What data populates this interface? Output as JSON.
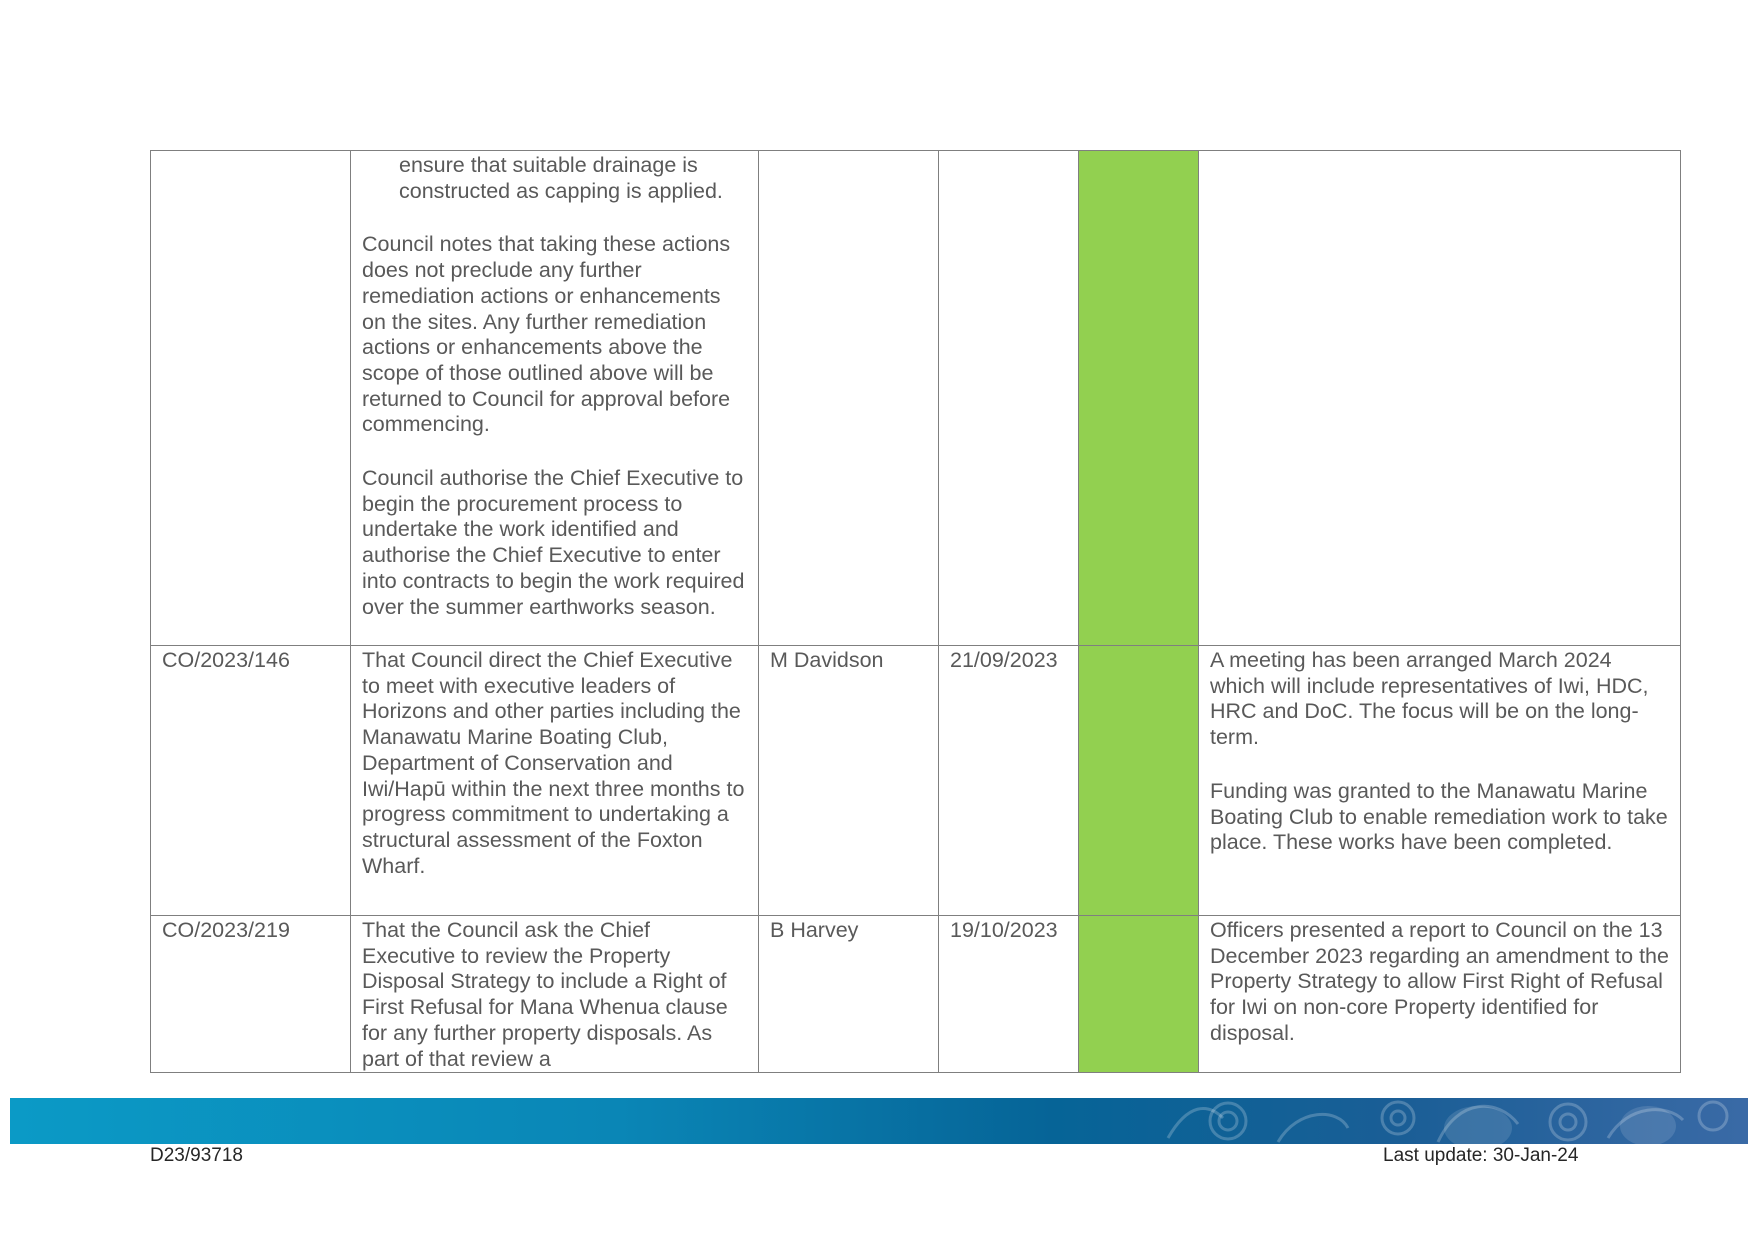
{
  "rows": [
    {
      "ref": "",
      "resolution": {
        "indented": "ensure that suitable drainage is constructed as capping is applied.",
        "paragraphs": [
          "Council notes that taking these actions does not preclude any further remediation actions or enhancements on the sites. Any further remediation actions or enhancements above the scope of those outlined above will be returned to Council for approval before commencing.",
          "Council authorise the Chief Executive to begin the procurement process to undertake the work identified and authorise the Chief Executive to enter into contracts to begin the work required over the summer earthworks season."
        ]
      },
      "officer": "",
      "date": "",
      "status_color": "#92d050",
      "comment": [
        "",
        ""
      ]
    },
    {
      "ref": "CO/2023/146",
      "resolution": "That Council direct the Chief Executive to meet with executive leaders of Horizons and other parties including the Manawatu Marine Boating Club, Department of Conservation and Iwi/Hapū within the next three months to progress commitment to undertaking a structural assessment of the Foxton Wharf.",
      "officer": "M Davidson",
      "date": "21/09/2023",
      "status_color": "#92d050",
      "comment": [
        "A meeting has been arranged March 2024 which will include representatives of Iwi, HDC, HRC and DoC. The focus will be on the long-term.",
        "Funding was granted to the Manawatu Marine Boating Club to enable remediation work to take place. These works have been completed."
      ]
    },
    {
      "ref": "CO/2023/219",
      "resolution": "That the Council ask the Chief Executive to review the Property Disposal Strategy to include a Right of First Refusal for Mana Whenua clause for any further property disposals.  As part of that review a",
      "officer": "B Harvey",
      "date": "19/10/2023",
      "status_color": "#92d050",
      "comment": [
        "Officers presented a report to Council on the 13 December 2023 regarding an amendment to the Property Strategy to allow First Right of Refusal for Iwi on non-core Property identified for disposal."
      ]
    }
  ],
  "footer": {
    "doc_id": "D23/93718",
    "last_update": "Last update: 30-Jan-24",
    "band_color_start": "#0b9ac6",
    "band_color_end": "#3a6aa6"
  }
}
